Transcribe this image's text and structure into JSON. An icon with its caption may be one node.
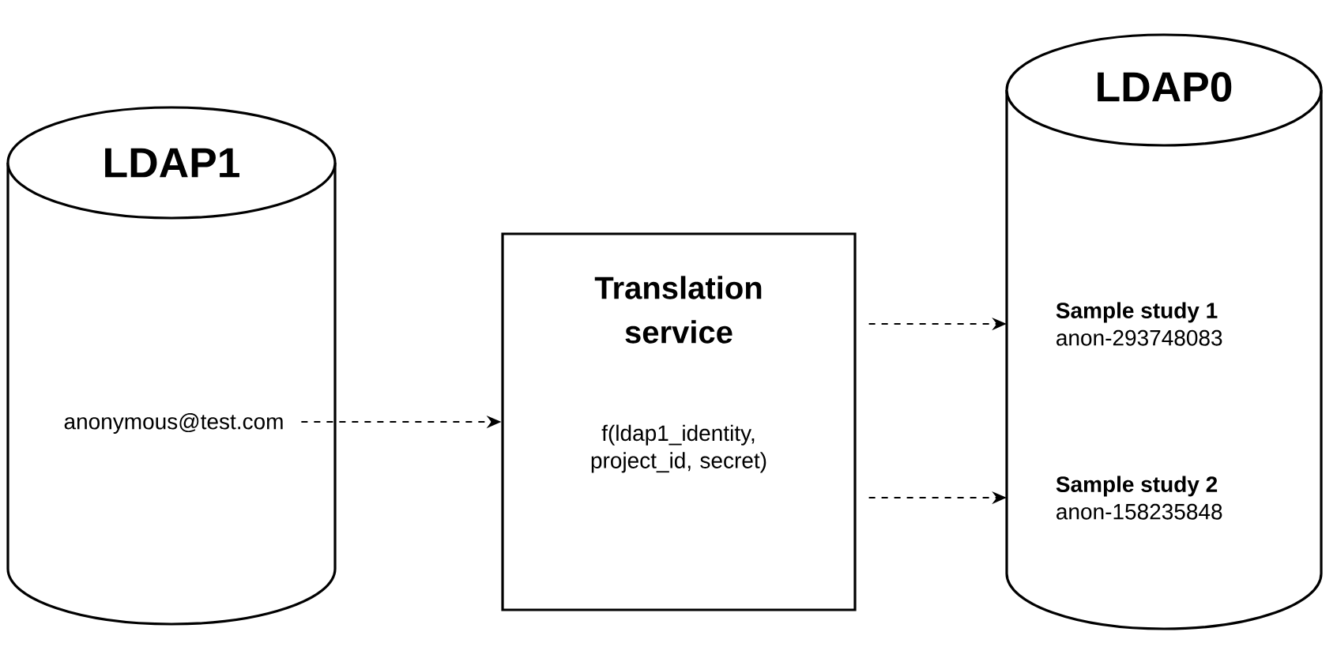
{
  "diagram": {
    "nodes": [
      {
        "text": [
          "LDAP1"
        ]
      },
      {
        "text": [
          "anonymous@test.com"
        ],
        "in": 0
      },
      {
        "text": [
          "Translation service",
          "f(ldap1_identity, project_id, secret)"
        ]
      },
      {
        "text": [
          "LDAP0"
        ]
      },
      {
        "text": [
          "Sample study 1",
          "anon-293748083"
        ],
        "in": 3
      },
      {
        "text": [
          "Sample study 2",
          "anon-158235848"
        ],
        "in": 3
      }
    ],
    "edges": [
      {
        "from": 1,
        "to": 2,
        "arrow": "to",
        "style": "dashed"
      },
      {
        "from": 2,
        "to": 4,
        "arrow": "to",
        "style": "dashed"
      },
      {
        "from": 2,
        "to": 5,
        "arrow": "to",
        "style": "dashed"
      }
    ]
  }
}
